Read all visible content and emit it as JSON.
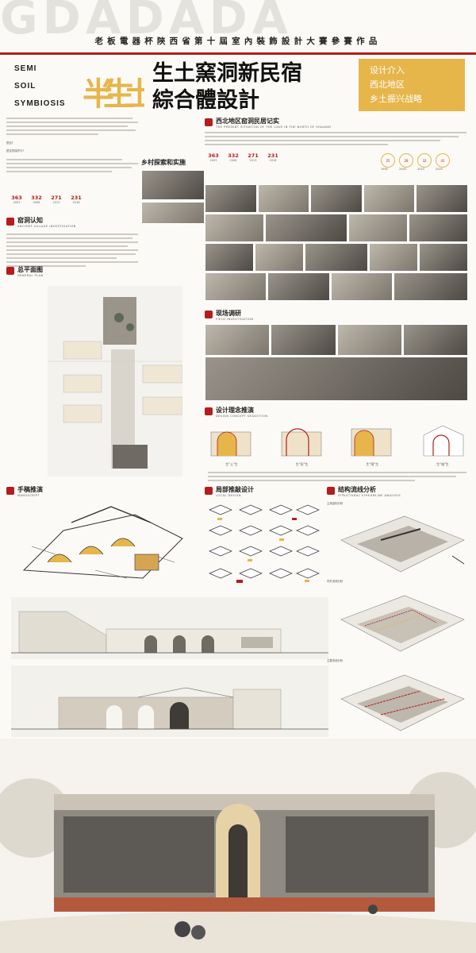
{
  "header": {
    "watermark": "GDADADA",
    "competition": "老板電器杯陝西省第十屆室內裝飾設計大賽參賽作品",
    "en_title": [
      "SEMI",
      "SOIL",
      "SYMBIOSIS"
    ],
    "logo_text": "半生土",
    "cn_title_line1": "生土窯洞新民宿",
    "cn_title_line2": "綜合體設計",
    "tags": [
      "设计介入",
      "西北地区",
      "乡土振兴战略"
    ]
  },
  "left_intro": {
    "question": "是否?",
    "question2": "是否的保护与?",
    "stats": [
      {
        "value": "363",
        "year": "2003"
      },
      {
        "value": "332",
        "year": "2008"
      },
      {
        "value": "271",
        "year": "2013"
      },
      {
        "value": "231",
        "year": "2018"
      }
    ]
  },
  "village": {
    "title": "乡村探索和实施"
  },
  "cave_cognition": {
    "title": "窑洞认知",
    "subtitle": "ANCIENT VILLAGE INVESTIGATION"
  },
  "plan": {
    "title": "总平面图",
    "subtitle": "GENERAL PLAN"
  },
  "northwest": {
    "title": "西北地区窑洞民居记实",
    "subtitle": "THE PRESENT SITUATION OF THE CAVE IN THE NORTH OF SHAANXI",
    "stats": [
      {
        "value": "363",
        "year": "2003"
      },
      {
        "value": "332",
        "year": "2008"
      },
      {
        "value": "271",
        "year": "2013"
      },
      {
        "value": "231",
        "year": "2018"
      }
    ],
    "circles": [
      {
        "value": "25",
        "year": "1990"
      },
      {
        "value": "28",
        "year": "2000"
      },
      {
        "value": "32",
        "year": "2010"
      },
      {
        "value": "41",
        "year": "2020"
      }
    ]
  },
  "album": {
    "title": "西北地区窑洞民居记实"
  },
  "field": {
    "title": "现场调研",
    "subtitle": "FIELD INVESTIGATION"
  },
  "concept": {
    "title": "设计理念推演",
    "subtitle": "DESIGN CONCEPT DEDUCTION",
    "labels": [
      "生\"土\"生",
      "生\"形\"生",
      "生\"境\"生",
      "生\"域\"生"
    ]
  },
  "manuscript": {
    "title": "手稿推演",
    "subtitle": "MANUSCRIPT"
  },
  "local": {
    "title": "局部推敲设计",
    "subtitle": "LOCAL DESIGN"
  },
  "structure": {
    "title": "结构流线分析",
    "subtitle": "STRUCTURAL STREAMLINE ANALYSIS",
    "labels": [
      "主体结构分析",
      "内外流线分析",
      "主要流线分析"
    ]
  },
  "colors": {
    "accent_red": "#b31d1d",
    "accent_gold": "#e6b64b"
  }
}
